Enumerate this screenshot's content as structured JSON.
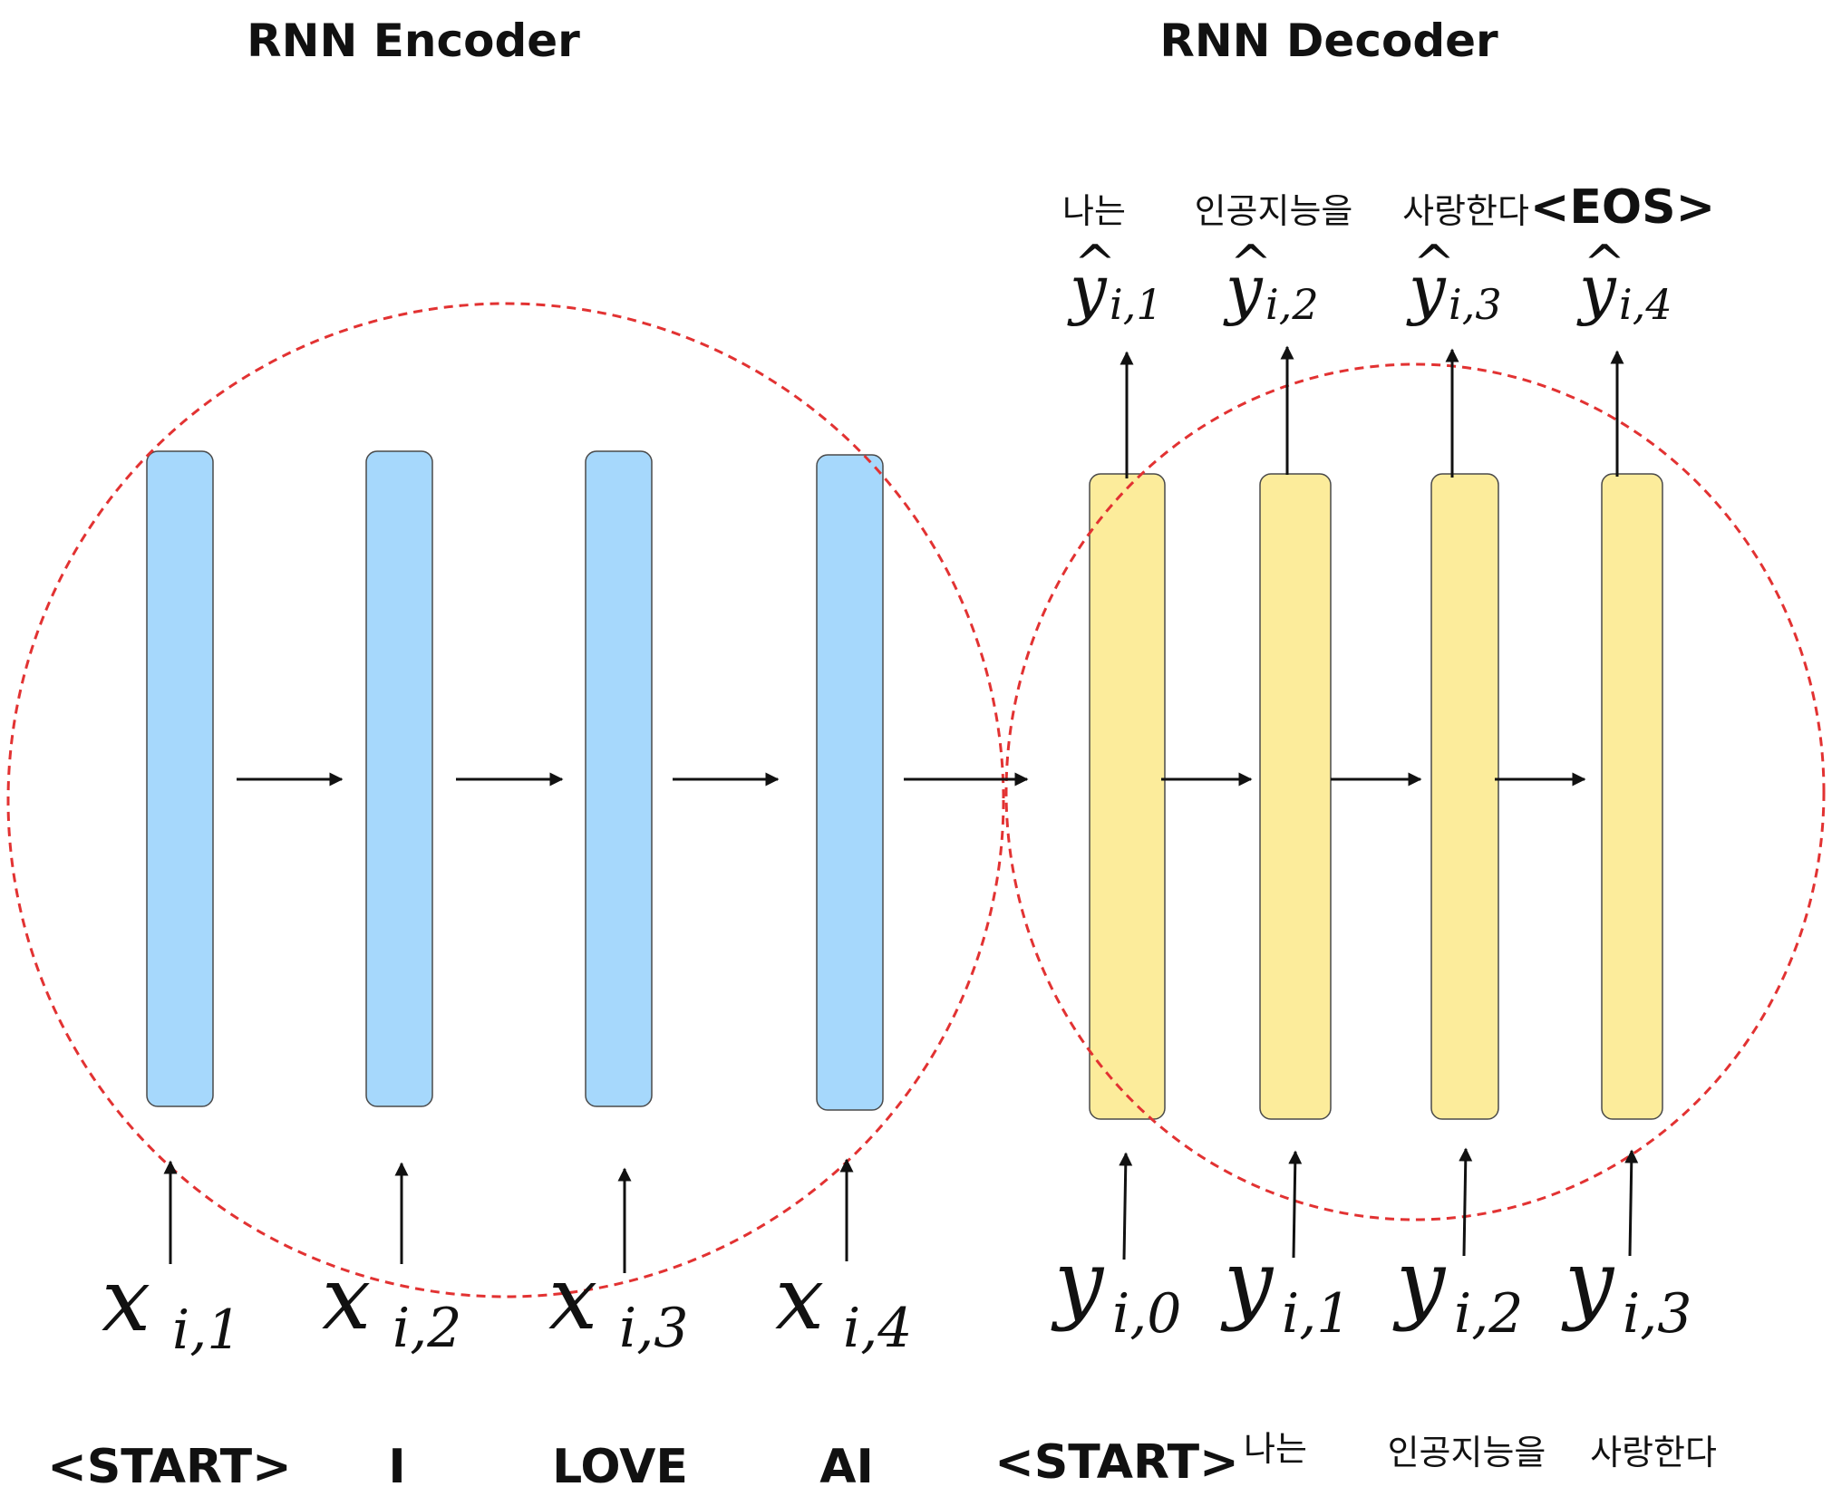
{
  "encoder": {
    "title": "RNN Encoder",
    "inputs": [
      {
        "var": "x",
        "sub": "i,1",
        "token": "<START>"
      },
      {
        "var": "x",
        "sub": "i,2",
        "token": "I"
      },
      {
        "var": "x",
        "sub": "i,3",
        "token": "LOVE"
      },
      {
        "var": "x",
        "sub": "i,4",
        "token": "AI"
      }
    ],
    "cell_color": "#a6d8fc"
  },
  "decoder": {
    "title": "RNN Decoder",
    "inputs": [
      {
        "var": "y",
        "sub": "i,0",
        "token": "<START>"
      },
      {
        "var": "y",
        "sub": "i,1",
        "token": "나는"
      },
      {
        "var": "y",
        "sub": "i,2",
        "token": "인공지능을"
      },
      {
        "var": "y",
        "sub": "i,3",
        "token": "사랑한다"
      }
    ],
    "outputs": [
      {
        "var": "y",
        "hat": "^",
        "sub": "i,1",
        "token": "나는"
      },
      {
        "var": "y",
        "hat": "^",
        "sub": "i,2",
        "token": "인공지능을"
      },
      {
        "var": "y",
        "hat": "^",
        "sub": "i,3",
        "token": "사랑한다"
      },
      {
        "var": "y",
        "hat": "^",
        "sub": "i,4",
        "token": "<EOS>"
      }
    ],
    "cell_color": "#fcec9b"
  },
  "colors": {
    "circle": "#e23232",
    "arrow": "#111111"
  }
}
